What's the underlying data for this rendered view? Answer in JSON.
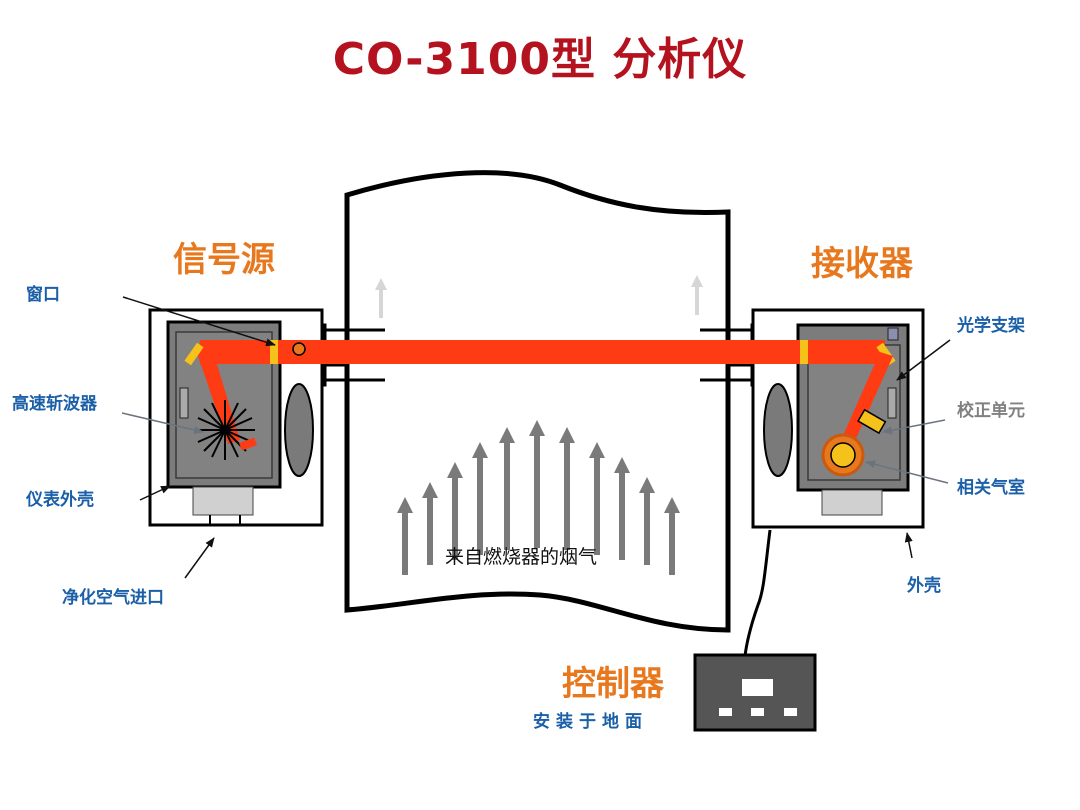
{
  "title": "CO-3100型 分析仪",
  "sections": {
    "source": "信号源",
    "receiver": "接收器",
    "controller": "控制器"
  },
  "labels": {
    "window": "窗口",
    "chopper": "高速斩波器",
    "instrument_housing": "仪表外壳",
    "purge_air_inlet": "净化空气进口",
    "optical_bracket": "光学支架",
    "calibration_unit": "校正单元",
    "correlation_cell": "相关气室",
    "housing": "外壳",
    "floor_mounted": "安装于地面",
    "flue_gas": "来自燃烧器的烟气"
  },
  "colors": {
    "title": "#b3121e",
    "section": "#e8781e",
    "label": "#1a5fa8",
    "beam": "#ff3b14",
    "window": "#f5c21b"
  }
}
